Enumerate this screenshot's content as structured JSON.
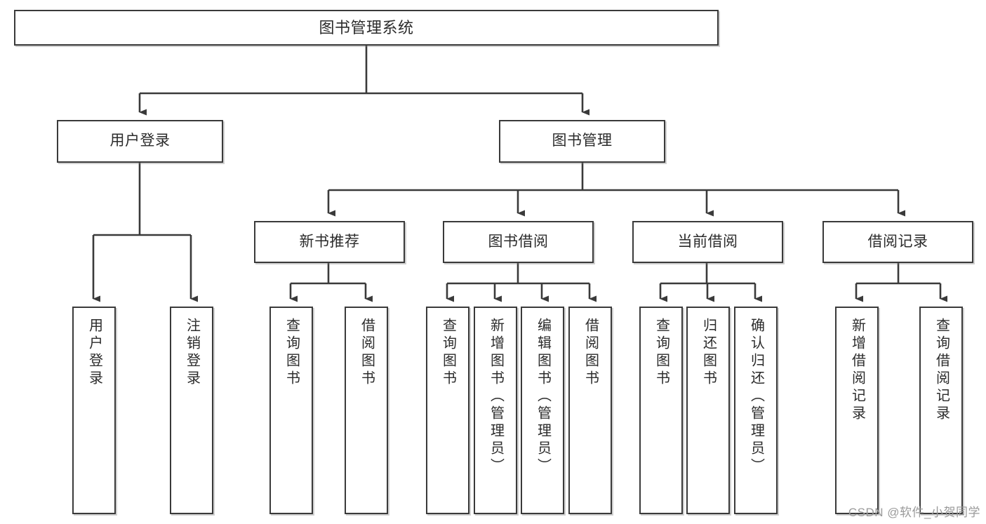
{
  "diagram": {
    "type": "tree",
    "title": "图书管理系统",
    "watermark": "CSDN @软件_小贺同学",
    "colors": {
      "stroke": "#3a3a3a",
      "box_fill": "#ffffff",
      "text": "#2b2b2b",
      "watermark": "#9a9a9a"
    },
    "nodes": {
      "root": {
        "label": "图书管理系统"
      },
      "level2": [
        {
          "id": "user-login",
          "label": "用户登录"
        },
        {
          "id": "book-management",
          "label": "图书管理"
        }
      ],
      "level3": [
        {
          "id": "new-book-recommend",
          "label": "新书推荐"
        },
        {
          "id": "book-borrow",
          "label": "图书借阅"
        },
        {
          "id": "current-borrow",
          "label": "当前借阅"
        },
        {
          "id": "borrow-record",
          "label": "借阅记录"
        }
      ],
      "leaves": {
        "user-login": [
          {
            "id": "leaf-user-login",
            "label": "用户登录"
          },
          {
            "id": "leaf-user-logout",
            "label": "注销登录"
          }
        ],
        "new-book-recommend": [
          {
            "id": "leaf-query-book-1",
            "label": "查询图书"
          },
          {
            "id": "leaf-borrow-book-1",
            "label": "借阅图书"
          }
        ],
        "book-borrow": [
          {
            "id": "leaf-query-book-2",
            "label": "查询图书"
          },
          {
            "id": "leaf-add-book",
            "label": "新增图书（管理员）"
          },
          {
            "id": "leaf-edit-book",
            "label": "编辑图书（管理员）"
          },
          {
            "id": "leaf-borrow-book-2",
            "label": "借阅图书"
          }
        ],
        "current-borrow": [
          {
            "id": "leaf-query-book-3",
            "label": "查询图书"
          },
          {
            "id": "leaf-return-book",
            "label": "归还图书"
          },
          {
            "id": "leaf-confirm-return",
            "label": "确认归还（管理员）"
          }
        ],
        "borrow-record": [
          {
            "id": "leaf-add-record",
            "label": "新增借阅记录"
          },
          {
            "id": "leaf-query-record",
            "label": "查询借阅记录"
          }
        ]
      }
    }
  }
}
